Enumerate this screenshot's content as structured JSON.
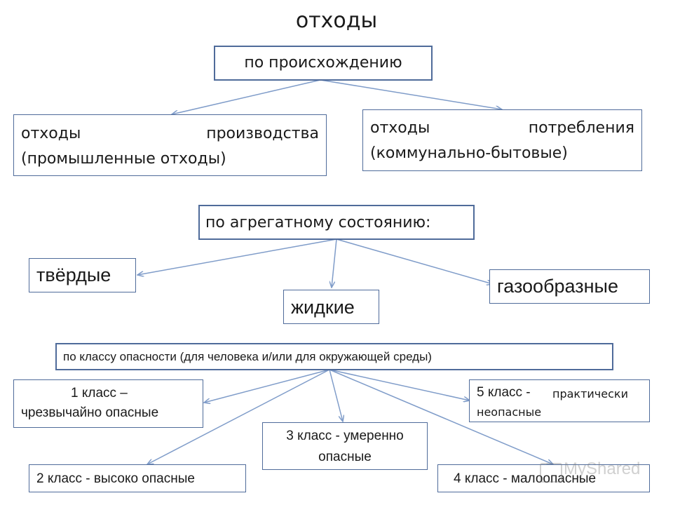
{
  "title": "отходы",
  "origin": {
    "label": "по происхождению",
    "production": {
      "line1_a": "отходы",
      "line1_b": "производства",
      "line2": "(промышленные отходы)"
    },
    "consumption": {
      "line1_a": "отходы",
      "line1_b": "потребления",
      "line2": "(коммунально-бытовые)"
    }
  },
  "state": {
    "label": "по агрегатному состоянию:",
    "solid": "твёрдые",
    "liquid": "жидкие",
    "gas": "газообразные"
  },
  "hazard": {
    "label": "по классу опасности (для человека и/или для окружающей среды)",
    "class1": {
      "line1": "1 класс –",
      "line2": "чрезвычайно опасные"
    },
    "class2": "2 класс - высоко опасные",
    "class3": {
      "line1": "3 класс - умеренно",
      "line2": "опасные"
    },
    "class4": "4 класс - малоопасные",
    "class5": {
      "line1_a": "5 класс - ",
      "line1_b": "практически",
      "line2": "неопасные"
    }
  },
  "watermark": "MyShared",
  "colors": {
    "border": "#4f6b9a",
    "arrow": "#7f9cc9"
  }
}
